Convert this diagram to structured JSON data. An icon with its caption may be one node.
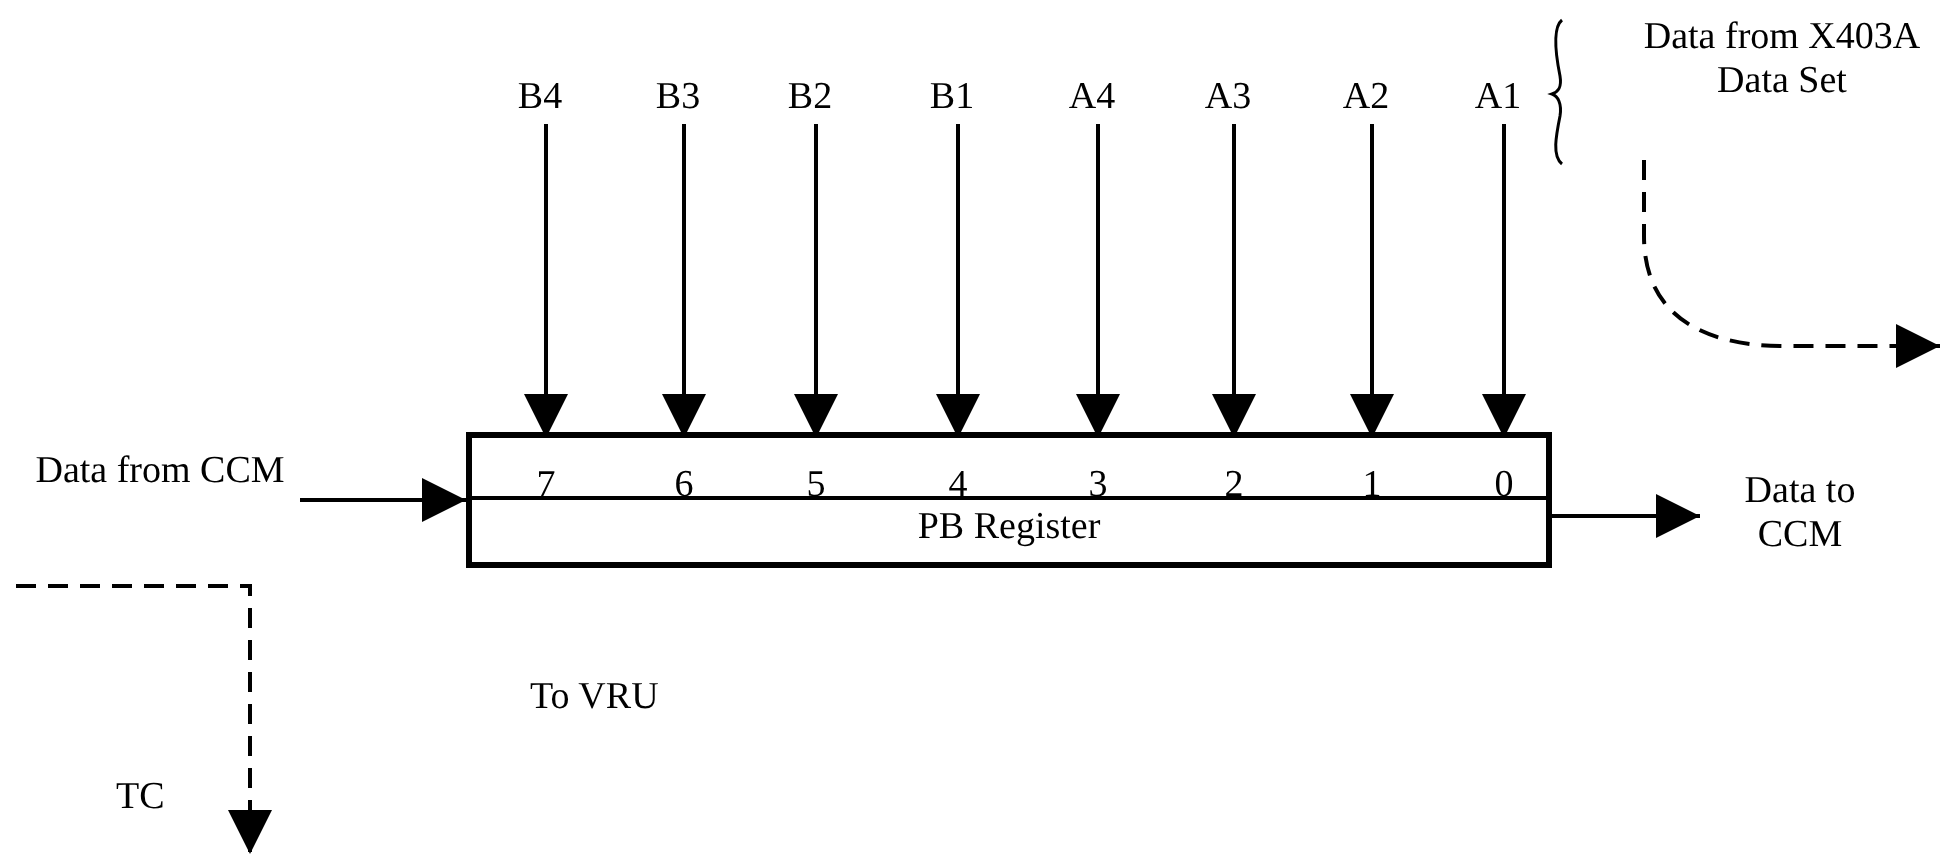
{
  "diagram": {
    "nodes": [
      {
        "text": [
          "PB Register"
        ]
      },
      {
        "text": [
          "7"
        ],
        "in": 0
      },
      {
        "text": [
          "6"
        ],
        "in": 0
      },
      {
        "text": [
          "5"
        ],
        "in": 0
      },
      {
        "text": [
          "4"
        ],
        "in": 0
      },
      {
        "text": [
          "3"
        ],
        "in": 0
      },
      {
        "text": [
          "2"
        ],
        "in": 0
      },
      {
        "text": [
          "1"
        ],
        "in": 0
      },
      {
        "text": [
          "0"
        ],
        "in": 0
      },
      {
        "text": [
          "B4"
        ]
      },
      {
        "text": [
          "B3"
        ]
      },
      {
        "text": [
          "B2"
        ]
      },
      {
        "text": [
          "B1"
        ]
      },
      {
        "text": [
          "A4"
        ]
      },
      {
        "text": [
          "A3"
        ]
      },
      {
        "text": [
          "A2"
        ]
      },
      {
        "text": [
          "A1"
        ]
      },
      {
        "text": [
          "Data from CCM"
        ]
      },
      {
        "text": [
          "Data to CCM"
        ]
      },
      {
        "text": [
          "Data from X403A Data Set"
        ]
      },
      {
        "text": [
          "TC"
        ]
      }
    ],
    "edges": [
      {
        "from": 9,
        "to": 1,
        "arrow": "to"
      },
      {
        "from": 10,
        "to": 2,
        "arrow": "to"
      },
      {
        "from": 11,
        "to": 3,
        "arrow": "to"
      },
      {
        "from": 12,
        "to": 4,
        "arrow": "to"
      },
      {
        "from": 13,
        "to": 5,
        "arrow": "to"
      },
      {
        "from": 14,
        "to": 6,
        "arrow": "to"
      },
      {
        "from": 15,
        "to": 7,
        "arrow": "to"
      },
      {
        "from": 16,
        "to": 8,
        "arrow": "to"
      },
      {
        "from": 17,
        "to": 0,
        "arrow": "to"
      },
      {
        "from": 0,
        "to": 18,
        "arrow": "to"
      },
      {
        "from": 19,
        "to": null,
        "arrow": "to",
        "style": "dashed"
      },
      {
        "from": null,
        "to": 20,
        "arrow": "to",
        "style": "dashed"
      }
    ],
    "labels": [
      "To VRU"
    ]
  }
}
